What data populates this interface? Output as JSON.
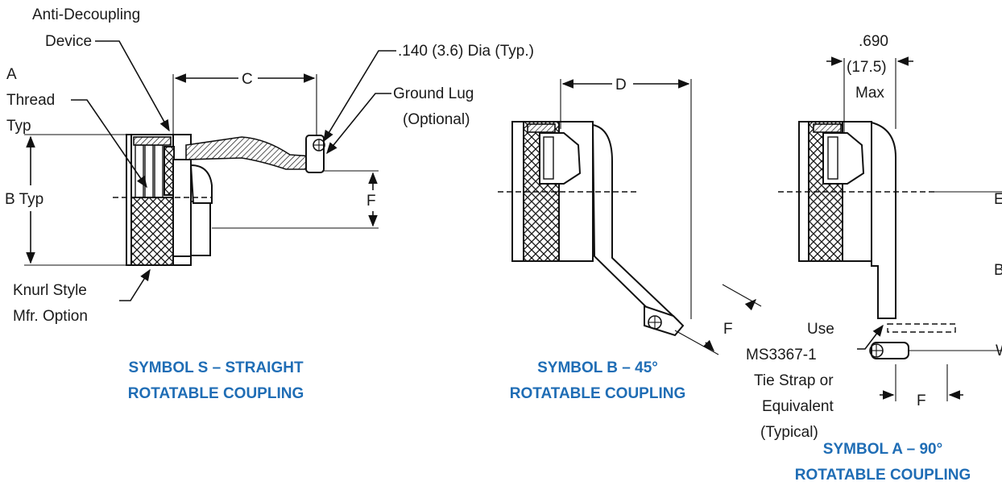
{
  "colors": {
    "caption": "#1f6db5",
    "line": "#111111"
  },
  "symbol_s": {
    "anti_decoupling_1": "Anti-Decoupling",
    "anti_decoupling_2": "Device",
    "a_1": "A",
    "a_2": "Thread",
    "a_3": "Typ",
    "b_typ": "B Typ",
    "c": "C",
    "dia": ".140 (3.6) Dia (Typ.)",
    "ground_lug_1": "Ground Lug",
    "ground_lug_2": "(Optional)",
    "f": "F",
    "knurl_1": "Knurl Style",
    "knurl_2": "Mfr. Option",
    "caption_1": "SYMBOL S – STRAIGHT",
    "caption_2": "ROTATABLE COUPLING"
  },
  "symbol_b": {
    "d": "D",
    "f": "F",
    "caption_1": "SYMBOL B – 45°",
    "caption_2": "ROTATABLE COUPLING"
  },
  "symbol_a": {
    "dim_1": ".690",
    "dim_2": "(17.5)",
    "dim_3": "Max",
    "use_1": "Use",
    "use_2": "MS3367-1",
    "use_3": "Tie Strap or",
    "use_4": "Equivalent",
    "use_5": "(Typical)",
    "f": "F",
    "edge_e": "E",
    "edge_b": "B",
    "edge_w": "W",
    "caption_1": "SYMBOL A – 90°",
    "caption_2": "ROTATABLE COUPLING"
  }
}
